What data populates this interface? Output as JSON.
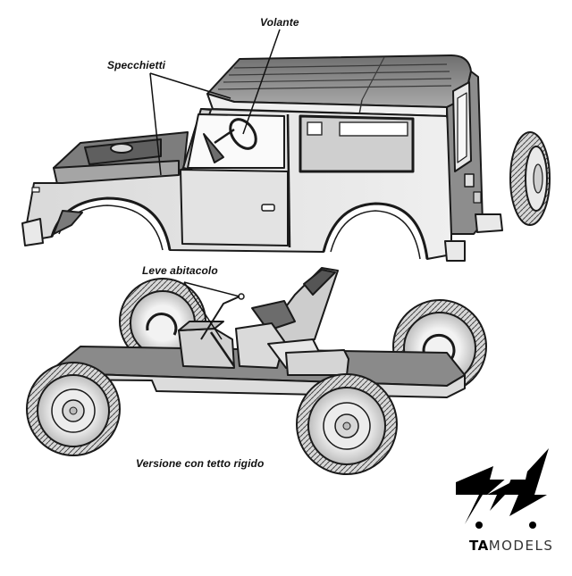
{
  "diagram": {
    "title": "Versione con tetto rigido",
    "labels": {
      "volante": "Volante",
      "specchietti": "Specchietti",
      "leve_abitacolo": "Leve abitacolo",
      "caption": "Versione con tetto rigido"
    },
    "parts": [
      "body-shell-hard-top",
      "spare-wheel",
      "chassis-frame",
      "seat",
      "front-wheel-left",
      "front-wheel-right",
      "rear-wheel-left",
      "rear-wheel-right"
    ],
    "colors": {
      "outline": "#1a1a1a",
      "body_fill": "#e6e6e6",
      "shadow_fill": "#9a9a9a",
      "dark_fill": "#6e6e6e",
      "chassis_top": "#8a8a8a",
      "chassis_side": "#d8d8d8"
    }
  },
  "brand": {
    "bold": "TA",
    "thin": "MODELS"
  }
}
